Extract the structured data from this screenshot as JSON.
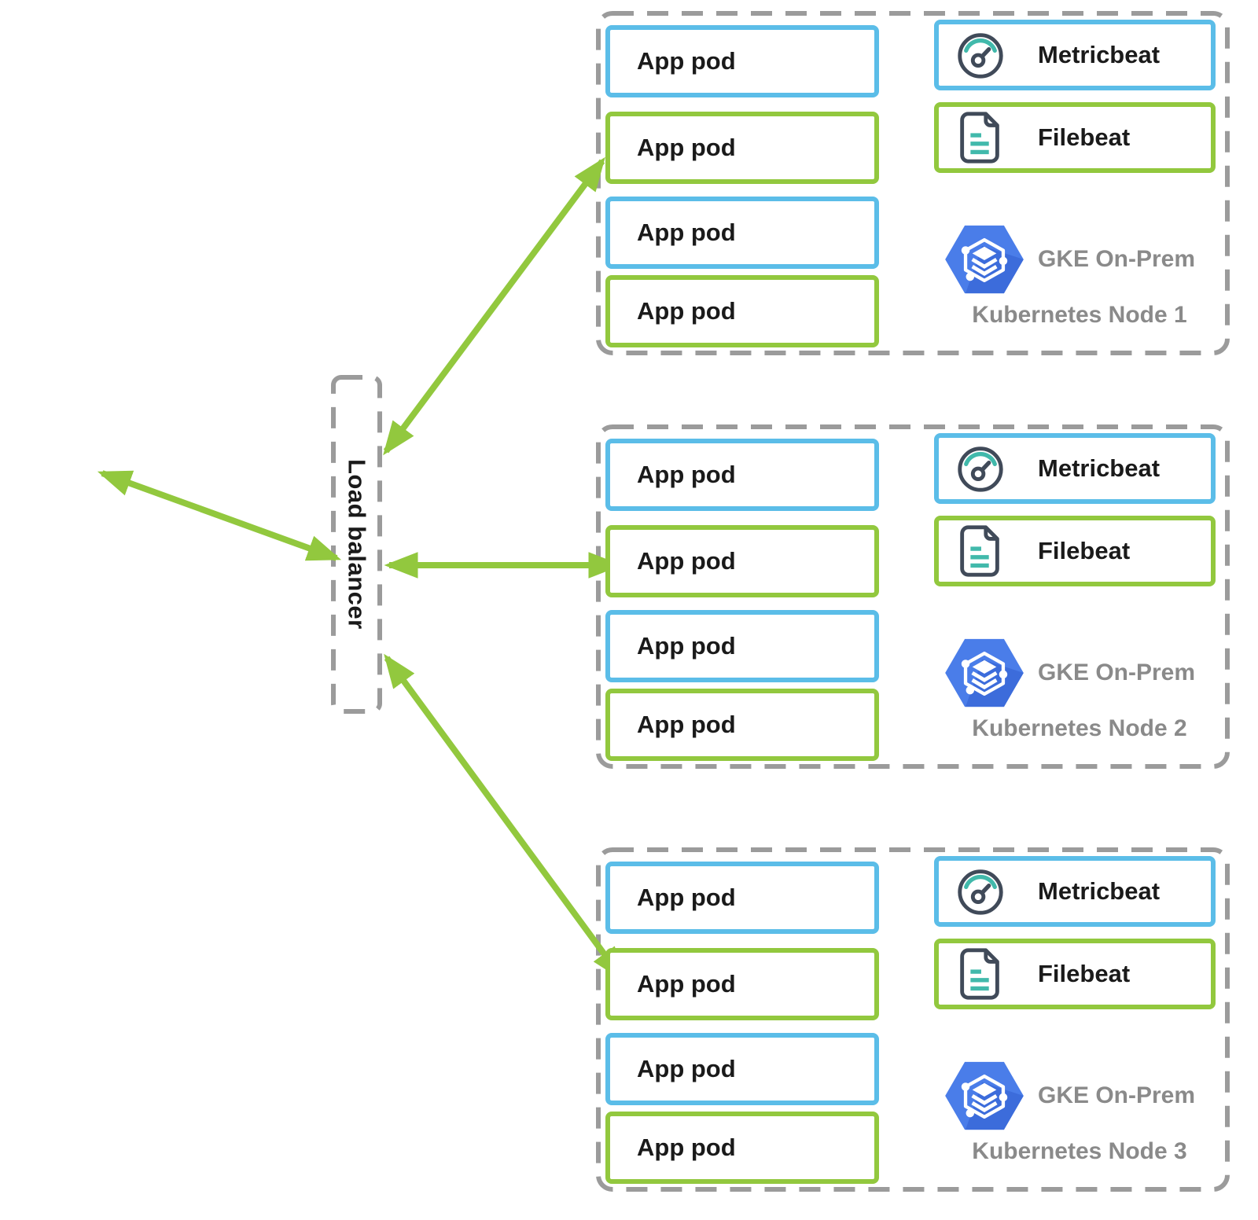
{
  "diagram": {
    "load_balancer": {
      "label": "Load balancer"
    },
    "nodes": [
      {
        "pods": [
          "App pod",
          "App pod",
          "App pod",
          "App pod"
        ],
        "metricbeat": "Metricbeat",
        "filebeat": "Filebeat",
        "gke_product": "GKE On-Prem",
        "node_name": "Kubernetes Node 1"
      },
      {
        "pods": [
          "App pod",
          "App pod",
          "App pod",
          "App pod"
        ],
        "metricbeat": "Metricbeat",
        "filebeat": "Filebeat",
        "gke_product": "GKE On-Prem",
        "node_name": "Kubernetes Node 2"
      },
      {
        "pods": [
          "App pod",
          "App pod",
          "App pod",
          "App pod"
        ],
        "metricbeat": "Metricbeat",
        "filebeat": "Filebeat",
        "gke_product": "GKE On-Prem",
        "node_name": "Kubernetes Node 3"
      }
    ],
    "colors": {
      "pod_blue": "#5bbde8",
      "pod_green": "#92c83e",
      "arrow_green": "#92c83e",
      "dash_gray": "#9b9b9b",
      "icon_navy": "#404a59",
      "icon_teal": "#41b9ab",
      "gke_hex_blue": "#4a7de9",
      "gke_hex_shadow": "#3c6cdb",
      "caption_gray": "#8a8a8a",
      "label_black": "#1a1a1a"
    }
  }
}
